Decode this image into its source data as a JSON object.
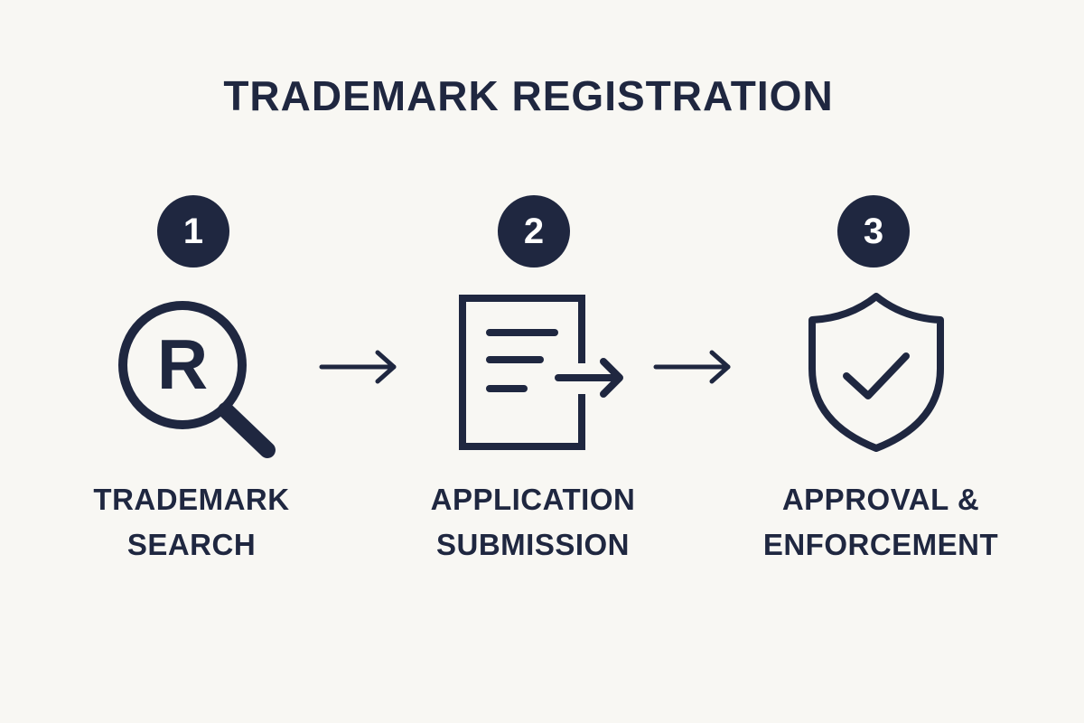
{
  "title": "TRADEMARK REGISTRATION",
  "colors": {
    "ink": "#1f2740",
    "background": "#f8f7f3"
  },
  "steps": [
    {
      "number": "1",
      "icon": "registered-search-icon",
      "label_line1": "TRADEMARK",
      "label_line2": "SEARCH"
    },
    {
      "number": "2",
      "icon": "document-submit-icon",
      "label_line1": "APPLICATION",
      "label_line2": "SUBMISSION"
    },
    {
      "number": "3",
      "icon": "shield-check-icon",
      "label_line1": "APPROVAL &",
      "label_line2": "ENFORCEMENT"
    }
  ],
  "arrows": [
    "arrow-right-icon",
    "arrow-right-icon"
  ]
}
